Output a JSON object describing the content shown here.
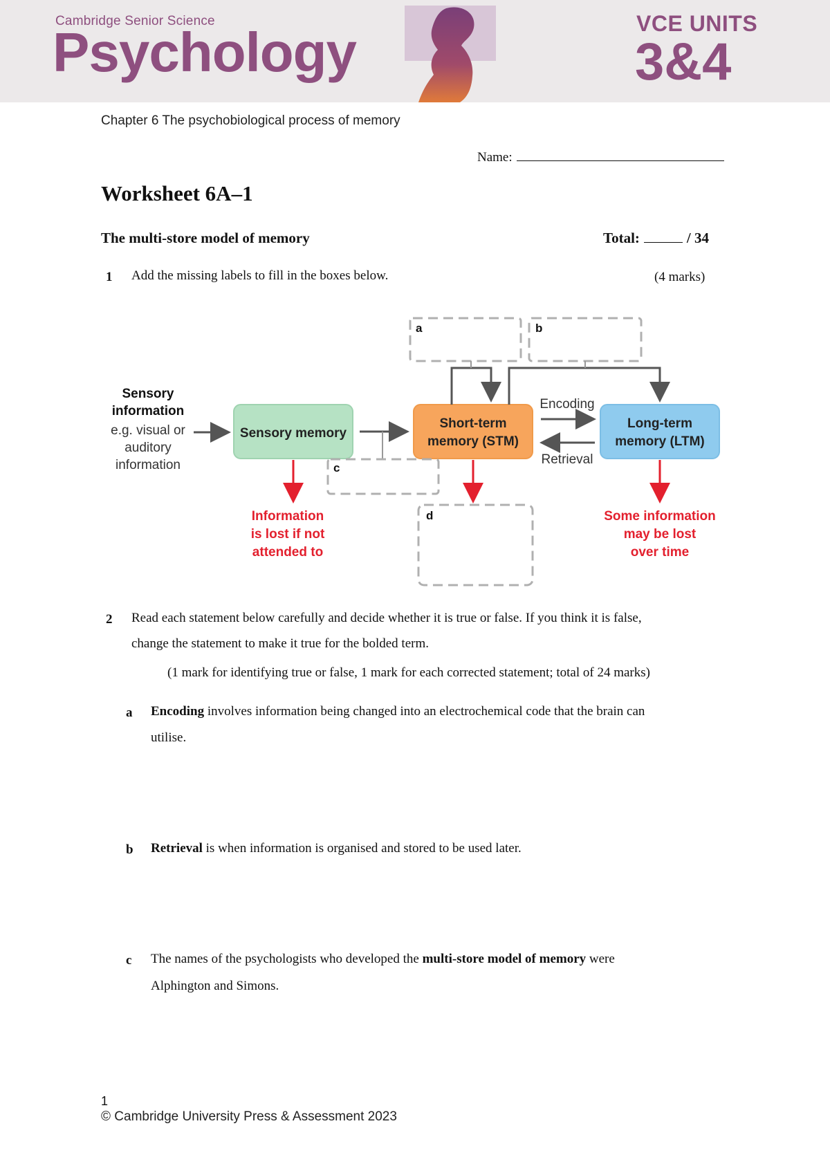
{
  "header": {
    "series": "Cambridge Senior Science",
    "brand": "Psychology",
    "units_label": "VCE UNITS",
    "units_number": "3&4",
    "accent_color": "#8e4f7f"
  },
  "chapter": "Chapter 6 The psychobiological process of memory",
  "name_label": "Name:",
  "worksheet": {
    "title": "Worksheet 6A–1",
    "subtitle": "The multi-store model of memory",
    "total_label": "Total:",
    "total_max": "/ 34"
  },
  "question1": {
    "number": "1",
    "text": "Add the missing labels to fill in the boxes below.",
    "marks": "(4 marks)"
  },
  "diagram": {
    "input_label_line1": "Sensory",
    "input_label_line2": "information",
    "input_example_line1": "e.g. visual or",
    "input_example_line2": "auditory",
    "input_example_line3": "information",
    "sensory_memory": "Sensory memory",
    "stm_line1": "Short-term",
    "stm_line2": "memory (STM)",
    "ltm_line1": "Long-term",
    "ltm_line2": "memory (LTM)",
    "encoding": "Encoding",
    "retrieval": "Retrieval",
    "lost_sensory_line1": "Information",
    "lost_sensory_line2": "is lost if not",
    "lost_sensory_line3": "attended to",
    "lost_ltm_line1": "Some information",
    "lost_ltm_line2": "may be lost",
    "lost_ltm_line3": "over time",
    "box_a": "a",
    "box_b": "b",
    "box_c": "c",
    "box_d": "d",
    "colors": {
      "sensory": "#b6e2c4",
      "stm": "#f7a55c",
      "ltm": "#8fcbee",
      "loss": "#e3202e",
      "arrow": "#555555",
      "dashed": "#b0b0b0"
    }
  },
  "question2": {
    "number": "2",
    "text_line1": "Read each statement below carefully and decide whether it is true or false. If you think it is false,",
    "text_line2": "change the statement to make it true for the bolded term.",
    "marks": "(1 mark for identifying true or false, 1 mark for each corrected statement; total of 24 marks)",
    "items": [
      {
        "letter": "a",
        "bold": "Encoding",
        "rest_line1": " involves information being changed into an electrochemical code that the brain can",
        "rest_line2": "utilise."
      },
      {
        "letter": "b",
        "bold": "Retrieval",
        "rest_line1": " is when information is organised and stored to be used later."
      },
      {
        "letter": "c",
        "pre": "The names of the psychologists who developed the ",
        "bold": "multi-store model of memory",
        "rest_line1": " were",
        "rest_line2": "Alphington and Simons."
      }
    ]
  },
  "footer": {
    "page": "1",
    "copyright": "© Cambridge University Press & Assessment 2023"
  }
}
